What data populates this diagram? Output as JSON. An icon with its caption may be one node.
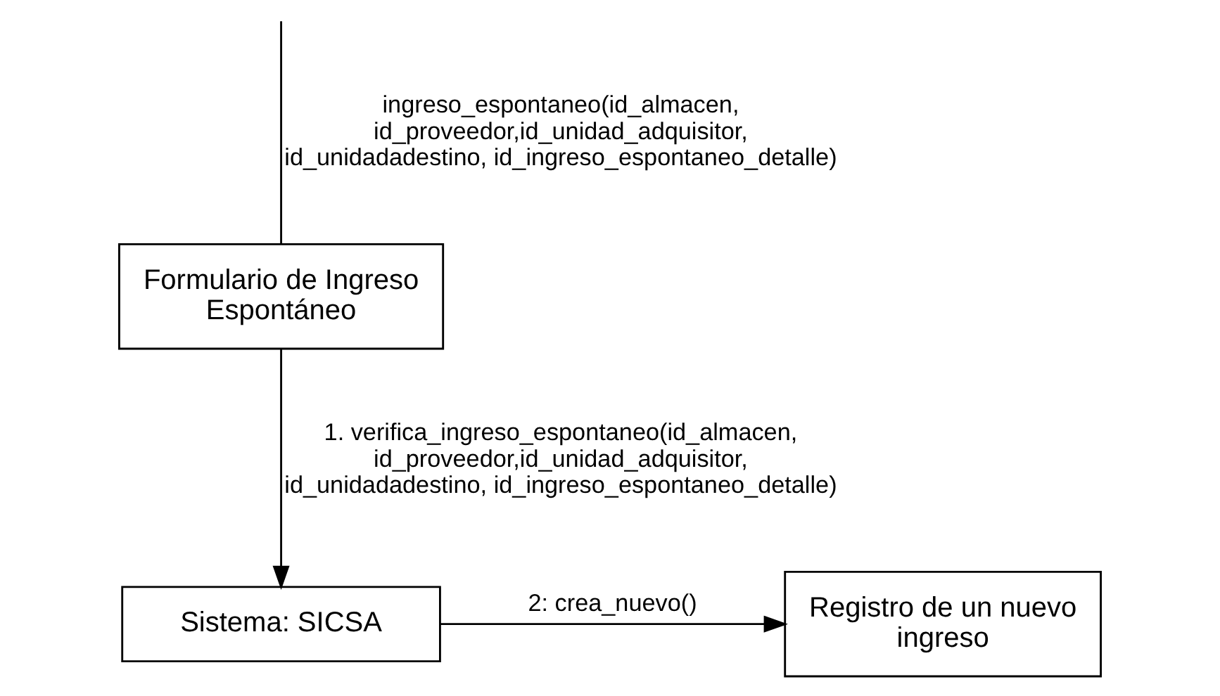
{
  "diagram": {
    "nodes": [
      {
        "text": [
          "Formulario de Ingreso Espontáneo"
        ]
      },
      {
        "text": [
          "Sistema: SICSA"
        ]
      },
      {
        "text": [
          "Registro de un nuevo ingreso"
        ]
      }
    ],
    "edges": [
      {
        "from": null,
        "to": 0,
        "arrow": "none",
        "label": "ingreso_espontaneo(id_almacen, id_proveedor,id_unidad_adquisitor, id_unidadadestino, id_ingreso_espontaneo_detalle)"
      },
      {
        "from": 0,
        "to": 1,
        "arrow": "to",
        "label": "1. verifica_ingreso_espontaneo(id_almacen, id_proveedor,id_unidad_adquisitor, id_unidadadestino, id_ingreso_espontaneo_detalle)"
      },
      {
        "from": 1,
        "to": 2,
        "arrow": "to",
        "label": "2: crea_nuevo()"
      }
    ]
  }
}
